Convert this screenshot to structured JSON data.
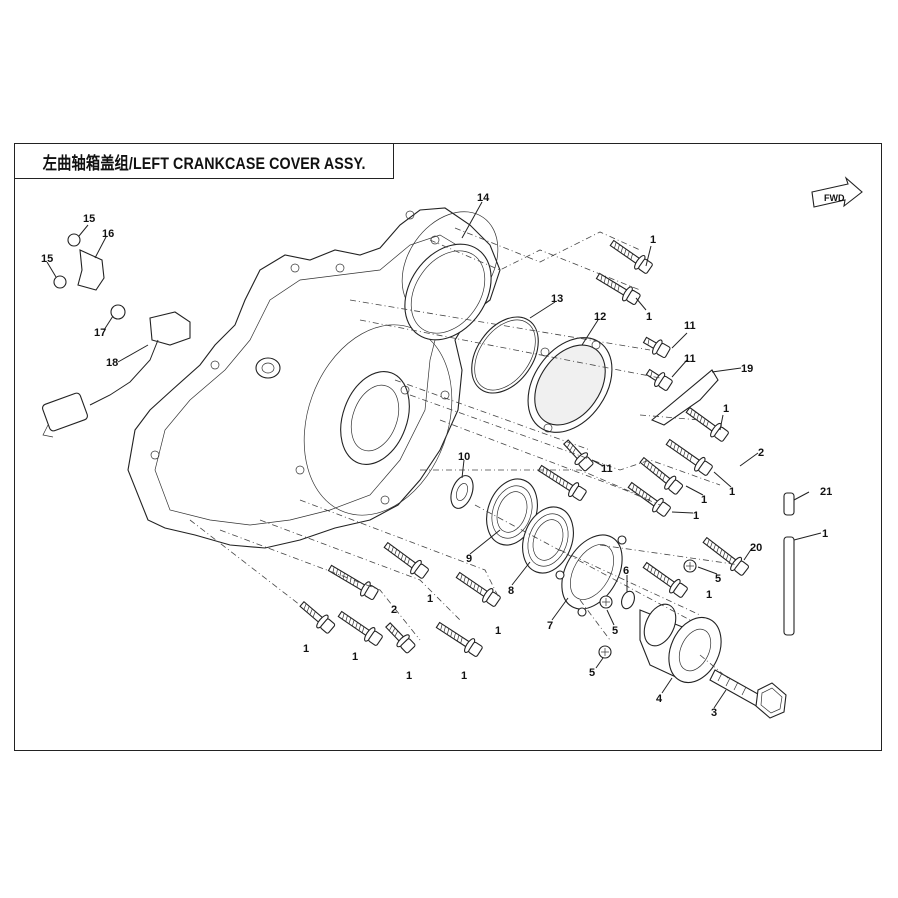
{
  "title": "左曲轴箱盖组/LEFT CRANKCASE COVER ASSY.",
  "fwd_label": "FWD",
  "callouts": [
    {
      "id": "c1",
      "text": "1"
    },
    {
      "id": "c2",
      "text": "1"
    },
    {
      "id": "c3",
      "text": "11"
    },
    {
      "id": "c4",
      "text": "11"
    },
    {
      "id": "c5",
      "text": "19"
    },
    {
      "id": "c6",
      "text": "1"
    },
    {
      "id": "c7",
      "text": "2"
    },
    {
      "id": "c8",
      "text": "1"
    },
    {
      "id": "c9",
      "text": "1"
    },
    {
      "id": "c10",
      "text": "1"
    },
    {
      "id": "c11",
      "text": "11"
    },
    {
      "id": "c12",
      "text": "12"
    },
    {
      "id": "c13",
      "text": "13"
    },
    {
      "id": "c14",
      "text": "14"
    },
    {
      "id": "c15",
      "text": "15"
    },
    {
      "id": "c16",
      "text": "16"
    },
    {
      "id": "c17",
      "text": "15"
    },
    {
      "id": "c18",
      "text": "17"
    },
    {
      "id": "c19",
      "text": "18"
    },
    {
      "id": "c20",
      "text": "10"
    },
    {
      "id": "c21",
      "text": "9"
    },
    {
      "id": "c22",
      "text": "8"
    },
    {
      "id": "c23",
      "text": "7"
    },
    {
      "id": "c24",
      "text": "6"
    },
    {
      "id": "c25",
      "text": "5"
    },
    {
      "id": "c26",
      "text": "5"
    },
    {
      "id": "c27",
      "text": "5"
    },
    {
      "id": "c28",
      "text": "4"
    },
    {
      "id": "c29",
      "text": "3"
    },
    {
      "id": "c30",
      "text": "1"
    },
    {
      "id": "c31",
      "text": "1"
    },
    {
      "id": "c32",
      "text": "1"
    },
    {
      "id": "c33",
      "text": "2"
    },
    {
      "id": "c34",
      "text": "1"
    },
    {
      "id": "c35",
      "text": "1"
    },
    {
      "id": "c36",
      "text": "1"
    },
    {
      "id": "c37",
      "text": "1"
    },
    {
      "id": "c38",
      "text": "20"
    },
    {
      "id": "c39",
      "text": "21"
    },
    {
      "id": "c40",
      "text": "1"
    }
  ]
}
